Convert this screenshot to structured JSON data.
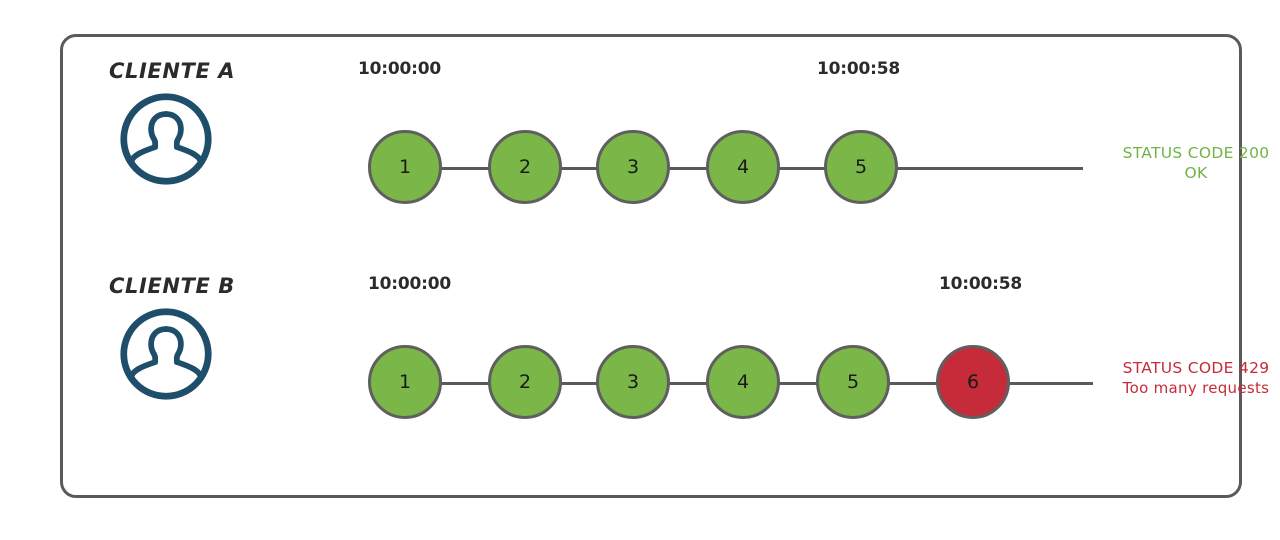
{
  "diagram": {
    "title": "API rate limiting timeline",
    "colors": {
      "ok_fill": "#7AB648",
      "fail_fill": "#C62B39",
      "node_stroke": "#5f5f5f",
      "frame_stroke": "#5a5a5a",
      "avatar": "#1F4E6B",
      "ok_text": "#6EB544",
      "fail_text": "#C62B39"
    },
    "rows": [
      {
        "id": "client-a",
        "label": "CLIENTE A",
        "avatar_icon": "user-avatar-icon",
        "time_start": "10:00:00",
        "time_end": "10:00:58",
        "nodes": [
          {
            "label": "1",
            "state": "ok"
          },
          {
            "label": "2",
            "state": "ok"
          },
          {
            "label": "3",
            "state": "ok"
          },
          {
            "label": "4",
            "state": "ok"
          },
          {
            "label": "5",
            "state": "ok"
          }
        ],
        "status": {
          "state": "ok",
          "line1": "STATUS CODE 200",
          "line2": "OK"
        }
      },
      {
        "id": "client-b",
        "label": "CLIENTE B",
        "avatar_icon": "user-avatar-icon",
        "time_start": "10:00:00",
        "time_end": "10:00:58",
        "nodes": [
          {
            "label": "1",
            "state": "ok"
          },
          {
            "label": "2",
            "state": "ok"
          },
          {
            "label": "3",
            "state": "ok"
          },
          {
            "label": "4",
            "state": "ok"
          },
          {
            "label": "5",
            "state": "ok"
          },
          {
            "label": "6",
            "state": "fail"
          }
        ],
        "status": {
          "state": "fail",
          "line1": "STATUS CODE 429",
          "line2": "Too many requests"
        }
      }
    ]
  }
}
